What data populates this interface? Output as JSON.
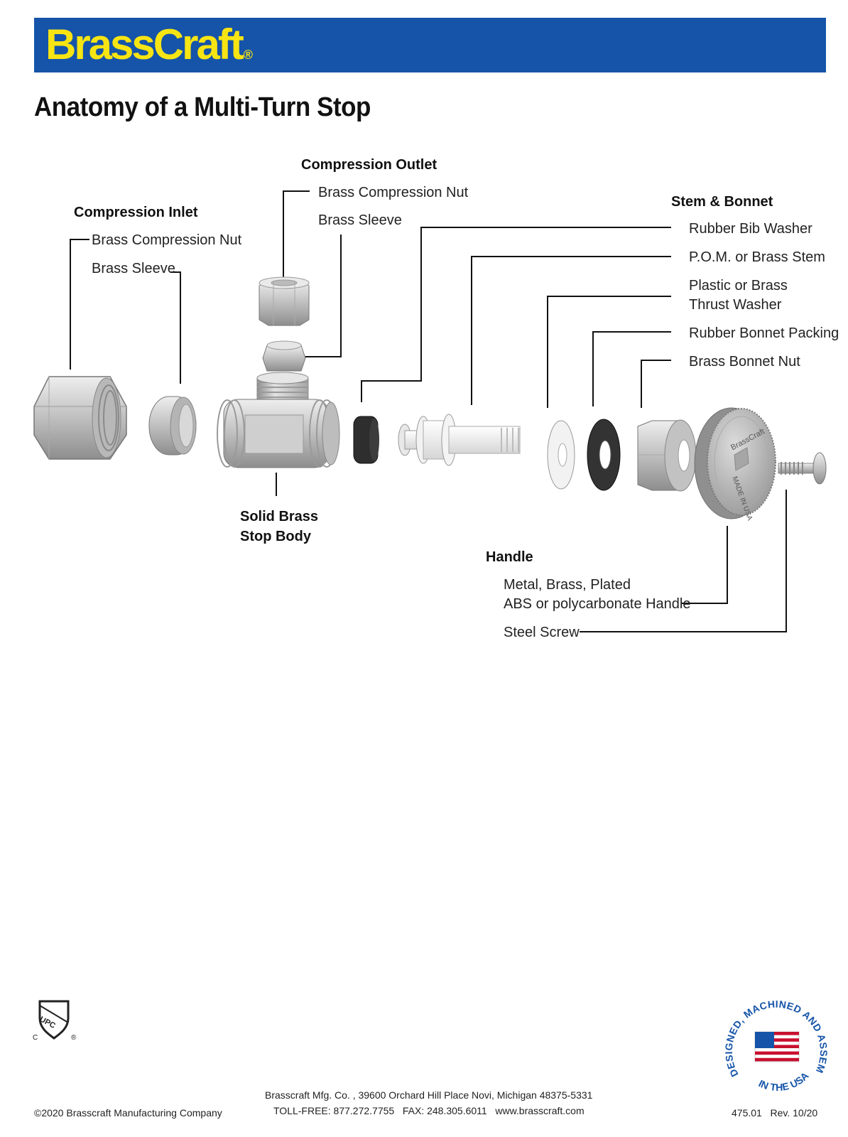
{
  "brand": {
    "logo_text": "BrassCraft",
    "registered_mark": "®",
    "banner_color": "#1554a8",
    "logo_color": "#f7e413"
  },
  "title": "Anatomy of a Multi-Turn Stop",
  "groups": {
    "compression_inlet": {
      "heading": "Compression Inlet",
      "items": [
        "Brass Compression Nut",
        "Brass Sleeve"
      ]
    },
    "compression_outlet": {
      "heading": "Compression Outlet",
      "items": [
        "Brass Compression Nut",
        "Brass Sleeve"
      ]
    },
    "stem_bonnet": {
      "heading": "Stem & Bonnet",
      "items": [
        "Rubber Bib Washer",
        "P.O.M. or Brass Stem",
        "Plastic or Brass",
        "Thrust Washer",
        "Rubber Bonnet Packing",
        "Brass Bonnet Nut"
      ]
    },
    "stop_body": {
      "lines": [
        "Solid Brass",
        "Stop Body"
      ]
    },
    "handle": {
      "heading": "Handle",
      "items": [
        "Metal, Brass, Plated",
        "ABS or polycarbonate Handle",
        "Steel Screw"
      ]
    }
  },
  "part_markings": {
    "handle_brand": "BrassCraft",
    "handle_origin": "MADE IN USA"
  },
  "certification": {
    "upc_letters": "UPC",
    "c_mark": "C",
    "registered": "®"
  },
  "seal": {
    "text": "DESIGNED, MACHINED AND ASSEMBLED",
    "bottom_text": "IN THE USA"
  },
  "footer": {
    "copyright": "©2020 Brasscraft Manufacturing Company",
    "address": "Brasscraft Mfg. Co. , 39600 Orchard Hill Place Novi, Michigan 48375-5331",
    "contact": "TOLL-FREE: 877.272.7755   FAX: 248.305.6011   www.brasscraft.com",
    "doc_number": "475.01   Rev. 10/20"
  }
}
